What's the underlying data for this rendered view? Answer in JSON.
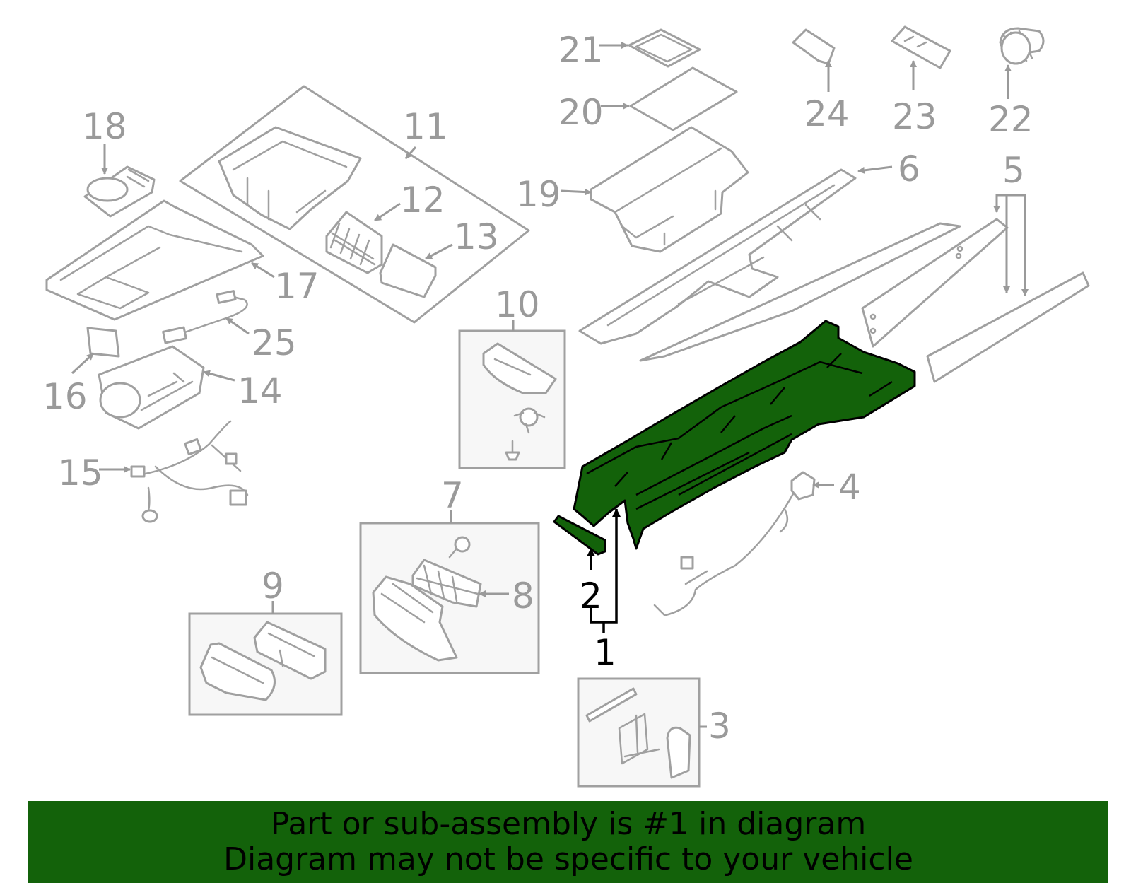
{
  "callouts": {
    "c1": "1",
    "c2": "2",
    "c3": "3",
    "c4": "4",
    "c5": "5",
    "c6": "6",
    "c7": "7",
    "c8": "8",
    "c9": "9",
    "c10": "10",
    "c11": "11",
    "c12": "12",
    "c13": "13",
    "c14": "14",
    "c15": "15",
    "c16": "16",
    "c17": "17",
    "c18": "18",
    "c19": "19",
    "c20": "20",
    "c21": "21",
    "c22": "22",
    "c23": "23",
    "c24": "24",
    "c25": "25"
  },
  "highlighted_part": "1",
  "banner": {
    "line1": "Part or sub-assembly is #1 in diagram",
    "line2": "Diagram may not be specific to your vehicle"
  },
  "colors": {
    "highlight": "#13620a",
    "part_outline": "#a0a0a0",
    "callout_text": "#9a9a9a",
    "box_fill": "#f7f7f7"
  }
}
